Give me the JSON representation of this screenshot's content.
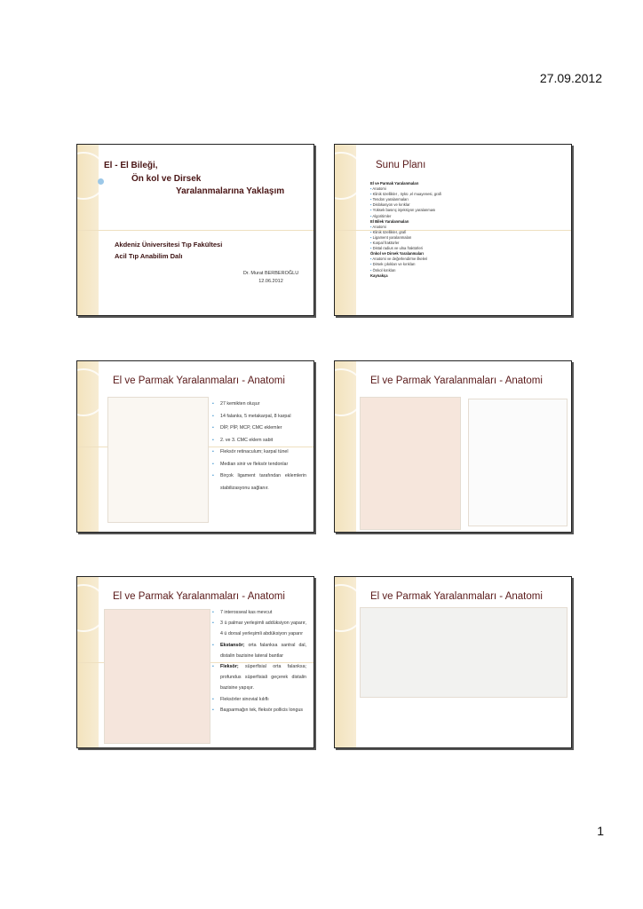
{
  "header": {
    "date": "27.09.2012"
  },
  "footer": {
    "page_number": "1"
  },
  "slides": [
    {
      "title_lines": [
        "El - El Bileği,",
        "Ön kol ve Dirsek",
        "Yaralanmalarına Yaklaşım"
      ],
      "institution": [
        "Akdeniz Üniversitesi Tıp Fakültesi",
        "Acil Tıp Anabilim Dalı"
      ],
      "author": "Dr. Murat BERBEROĞLU",
      "date": "12.06.2012"
    },
    {
      "title": "Sunu Planı",
      "sections": [
        {
          "heading": "El ve Parmak Yaralanmaları",
          "items": [
            "Anatomi",
            "Klinik özellikler , öykü ,el muayenesi, grafi",
            "Tendon yaralanmaları",
            "Dislokasyon ve kırıklar",
            "Yüksek basınç injeksiyon yaralanması",
            "Algoritimler"
          ]
        },
        {
          "heading": "El Bilek Yaralanmaları",
          "items": [
            "Anatomi",
            "Klinik özellikler, grafi",
            "Ligament yaralanmaları",
            "Karpal fraktürler",
            "Distal radius ve ulna fraktürleri"
          ]
        },
        {
          "heading": "Önkol ve Dirsek Yaralanmaları",
          "items": [
            "Anatomi ve değerlendirme ilkeleri",
            "Dirsek çıkıkları ve kırıkları",
            "Önkol kırıkları"
          ]
        },
        {
          "heading": "Kaynakça",
          "items": []
        }
      ]
    },
    {
      "title": "El ve Parmak Yaralanmaları - Anatomi",
      "bullets": [
        "27 kemikten oluşur",
        "14 falanks, 5 metakarpal, 8 karpal",
        "DİP, PİP, MCP, CMC eklemler",
        "2. ve 3. CMC eklem sabit",
        "Fleksör retinaculum; karpal tünel",
        "Median sinir ve fleksör tendonlar",
        "Birçok ligament tarafından eklemlerin stabilizasyonu sağlanır."
      ]
    },
    {
      "title": "El ve Parmak Yaralanmaları - Anatomi"
    },
    {
      "title": "El ve Parmak Yaralanmaları - Anatomi",
      "bullets": [
        {
          "bold": "",
          "text": "7 interosseal kas mevcut"
        },
        {
          "bold": "",
          "text": "3 ü palmar yerleşimli addüksiyon yaparır, 4 ü dorsal yerleşimli abdüksiyon yaparır"
        },
        {
          "bold": "Ekstansör;",
          "text": " orta falanksa santral dal, distalin bazisine lateral bantlar"
        },
        {
          "bold": "Fleksör;",
          "text": " süperfisial orta falanksa; profundus süperfisiali geçerek distalin bazisine yapışır."
        },
        {
          "bold": "",
          "text": "Fleksörler sinovial kılıflı"
        },
        {
          "bold": "",
          "text": "Başparmağın tek, fleksör pollicis longus"
        }
      ]
    },
    {
      "title": "El ve Parmak Yaralanmaları - Anatomi"
    }
  ]
}
